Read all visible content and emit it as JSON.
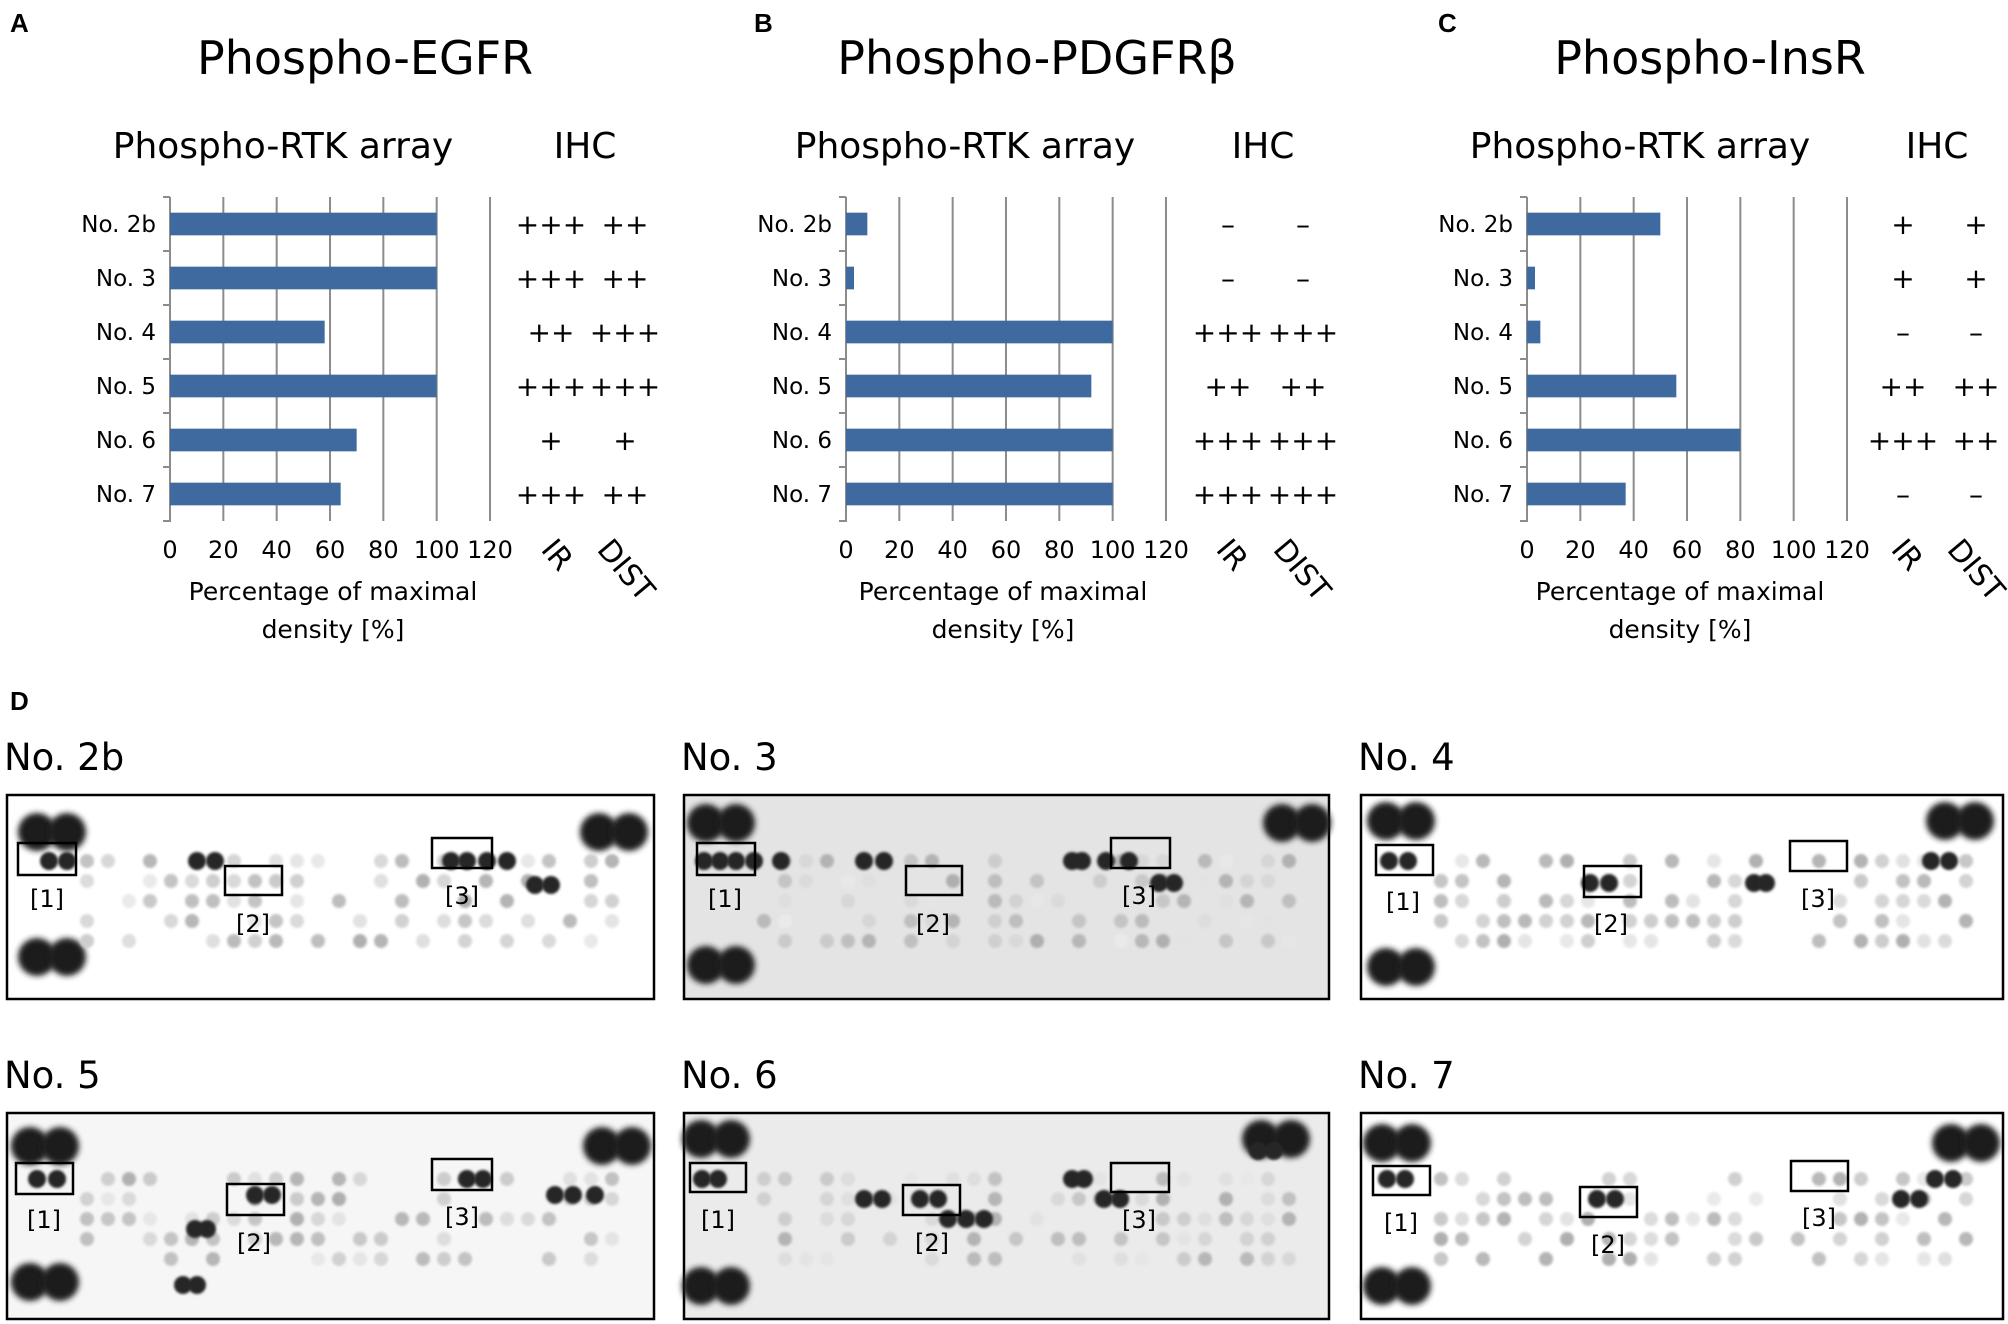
{
  "panels": [
    {
      "letter": "A",
      "title": "Phospho-EGFR",
      "array_label": "Phospho-RTK array",
      "ihc_label": "IHC",
      "axis_label_line1": "Percentage of maximal",
      "axis_label_line2": "density [%]",
      "ihc_col_labels": [
        "IR",
        "DIST"
      ],
      "ihc": [
        [
          "+++",
          "++"
        ],
        [
          "+++",
          "++"
        ],
        [
          "++",
          "+++"
        ],
        [
          "+++",
          "+++"
        ],
        [
          "+",
          "+"
        ],
        [
          "+++",
          "++"
        ]
      ]
    },
    {
      "letter": "B",
      "title": "Phospho-PDGFRβ",
      "array_label": "Phospho-RTK array",
      "ihc_label": "IHC",
      "axis_label_line1": "Percentage of maximal",
      "axis_label_line2": "density [%]",
      "ihc_col_labels": [
        "IR",
        "DIST"
      ],
      "ihc": [
        [
          "–",
          "–"
        ],
        [
          "–",
          "–"
        ],
        [
          "+++",
          "+++"
        ],
        [
          "++",
          "++"
        ],
        [
          "+++",
          "+++"
        ],
        [
          "+++",
          "+++"
        ]
      ]
    },
    {
      "letter": "C",
      "title": "Phospho-InsR",
      "array_label": "Phospho-RTK array",
      "ihc_label": "IHC",
      "axis_label_line1": "Percentage of maximal",
      "axis_label_line2": "density [%]",
      "ihc_col_labels": [
        "IR",
        "DIST"
      ],
      "ihc": [
        [
          "+",
          "+"
        ],
        [
          "+",
          "+"
        ],
        [
          "–",
          "–"
        ],
        [
          "++",
          "++"
        ],
        [
          "+++",
          "++"
        ],
        [
          "–",
          "–"
        ]
      ]
    }
  ],
  "chart_data": [
    {
      "type": "bar",
      "orientation": "horizontal",
      "title": "Phospho-EGFR",
      "subtitle": "Phospho-RTK array",
      "categories": [
        "No. 2b",
        "No. 3",
        "No. 4",
        "No. 5",
        "No. 6",
        "No. 7"
      ],
      "values": [
        100,
        100,
        58,
        100,
        70,
        64
      ],
      "xlabel": "Percentage of maximal density [%]",
      "xlim": [
        0,
        120
      ],
      "xticks": [
        0,
        20,
        40,
        60,
        80,
        100,
        120
      ],
      "grid": true
    },
    {
      "type": "bar",
      "orientation": "horizontal",
      "title": "Phospho-PDGFRβ",
      "subtitle": "Phospho-RTK array",
      "categories": [
        "No. 2b",
        "No. 3",
        "No. 4",
        "No. 5",
        "No. 6",
        "No. 7"
      ],
      "values": [
        8,
        3,
        100,
        92,
        100,
        100
      ],
      "xlabel": "Percentage of maximal density [%]",
      "xlim": [
        0,
        120
      ],
      "xticks": [
        0,
        20,
        40,
        60,
        80,
        100,
        120
      ],
      "grid": true
    },
    {
      "type": "bar",
      "orientation": "horizontal",
      "title": "Phospho-InsR",
      "subtitle": "Phospho-RTK array",
      "categories": [
        "No. 2b",
        "No. 3",
        "No. 4",
        "No. 5",
        "No. 6",
        "No. 7"
      ],
      "values": [
        50,
        3,
        5,
        56,
        80,
        37
      ],
      "xlabel": "Percentage of maximal density [%]",
      "xlim": [
        0,
        120
      ],
      "xticks": [
        0,
        20,
        40,
        60,
        80,
        100,
        120
      ],
      "grid": true
    }
  ],
  "colors": {
    "bar": "#3f6aa0",
    "grid": "#8c8c8c",
    "axis": "#8c8c8c"
  },
  "blots_panel": {
    "letter": "D",
    "blots": [
      {
        "title": "No. 2b",
        "labels": [
          "[1]",
          "[2]",
          "[3]"
        ]
      },
      {
        "title": "No. 3",
        "labels": [
          "[1]",
          "[2]",
          "[3]"
        ]
      },
      {
        "title": "No. 4",
        "labels": [
          "[1]",
          "[2]",
          "[3]"
        ]
      },
      {
        "title": "No. 5",
        "labels": [
          "[1]",
          "[2]",
          "[3]"
        ]
      },
      {
        "title": "No. 6",
        "labels": [
          "[1]",
          "[2]",
          "[3]"
        ]
      },
      {
        "title": "No. 7",
        "labels": [
          "[1]",
          "[2]",
          "[3]"
        ]
      }
    ]
  }
}
